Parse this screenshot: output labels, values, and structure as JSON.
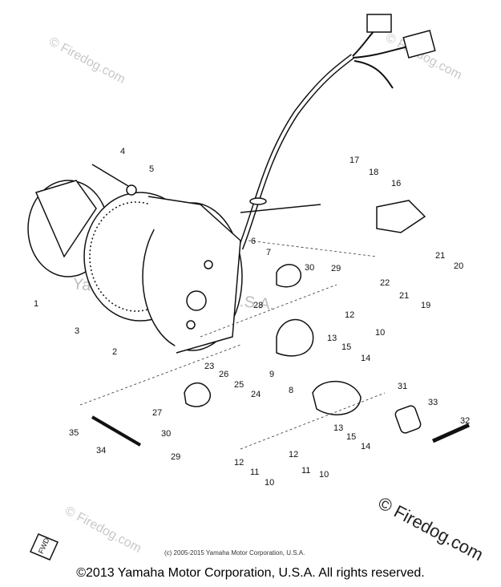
{
  "watermarks": {
    "small": "© Firedog.com",
    "large": "© Firedog.com",
    "middle": "Yamaha Motor Corp., U.S.A.",
    "inner_copyright": "(c) 2005-2015 Yamaha Motor Corporation, U.S.A."
  },
  "footer": {
    "copyright": "©2013 Yamaha Motor Corporation, U.S.A. All rights reserved."
  },
  "fwd_label": "FWD",
  "callouts": [
    "1",
    "2",
    "3",
    "4",
    "5",
    "6",
    "7",
    "8",
    "9",
    "10",
    "10",
    "10",
    "11",
    "11",
    "12",
    "12",
    "12",
    "13",
    "13",
    "14",
    "14",
    "15",
    "15",
    "16",
    "17",
    "18",
    "19",
    "20",
    "21",
    "21",
    "22",
    "23",
    "24",
    "25",
    "26",
    "27",
    "28",
    "29",
    "29",
    "30",
    "30",
    "31",
    "32",
    "33",
    "34",
    "35"
  ]
}
